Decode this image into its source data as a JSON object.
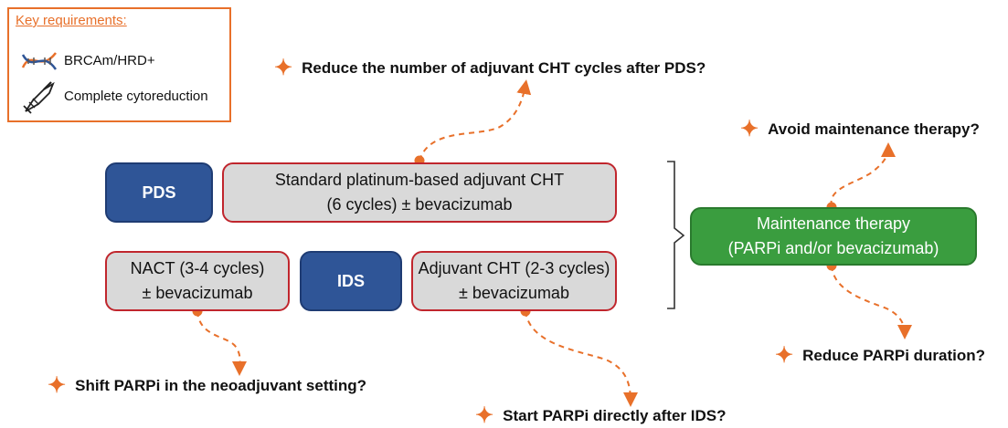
{
  "key": {
    "title": "Key requirements:",
    "items": [
      {
        "label": "BRCAm/HRD+",
        "icon": "dna-icon"
      },
      {
        "label": "Complete cytoreduction",
        "icon": "scalpel-hand-icon"
      }
    ]
  },
  "boxes": {
    "pds": "PDS",
    "standard_cht": [
      "Standard platinum-based adjuvant CHT",
      "(6 cycles) ± bevacizumab"
    ],
    "nact": [
      "NACT (3-4 cycles)",
      "± bevacizumab"
    ],
    "ids": "IDS",
    "adjuvant_cht": [
      "Adjuvant CHT (2-3 cycles)",
      "± bevacizumab"
    ],
    "maintenance": [
      "Maintenance therapy",
      "(PARPi and/or bevacizumab)"
    ]
  },
  "questions": {
    "reduce_cycles": "Reduce the number of adjuvant CHT cycles after PDS?",
    "avoid_maintenance": "Avoid maintenance therapy?",
    "reduce_parpi": "Reduce PARPi duration?",
    "shift_parpi": "Shift PARPi in the neoadjuvant setting?",
    "start_parpi": "Start PARPi directly after IDS?"
  },
  "colors": {
    "accent_orange": "#e8702a",
    "box_blue": "#2f5597",
    "box_grey": "#d9d9d9",
    "box_border_red": "#c0262d",
    "box_green": "#3a9d3f"
  }
}
